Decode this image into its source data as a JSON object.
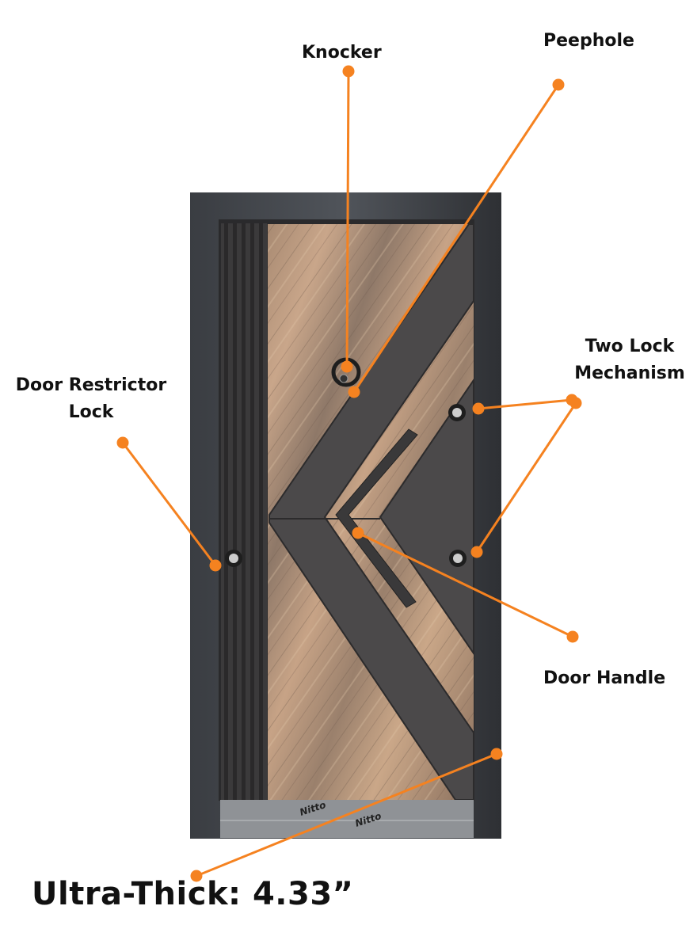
{
  "title": "Ultra-Thick: 4.33”",
  "accent_color": "#f58220",
  "labels": {
    "knocker": "Knocker",
    "peephole": "Peephole",
    "two_lock_line1": "Two Lock",
    "two_lock_line2": "Mechanism",
    "restrictor_line1": "Door Restrictor",
    "restrictor_line2": "Lock",
    "door_handle": "Door Handle"
  },
  "film_brand": "Nitto"
}
